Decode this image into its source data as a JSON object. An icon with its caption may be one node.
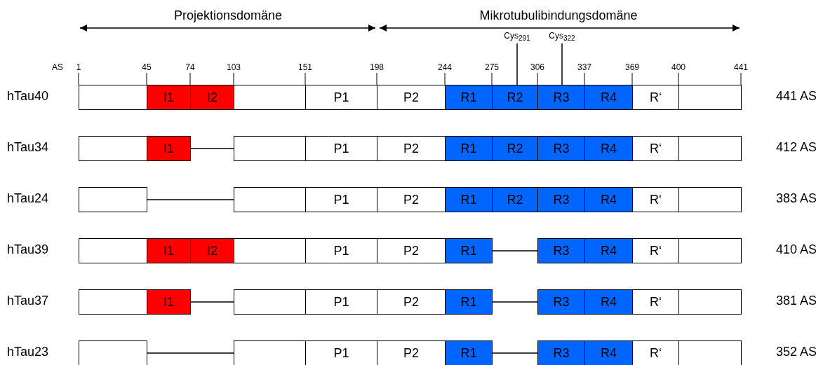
{
  "diagram": {
    "nodes": [
      {
        "text": [
          "Cys$_{291}$"
        ]
      },
      {
        "text": [
          "Cys$_{322}$"
        ]
      },
      {
        "text": [],
        "shape": "box"
      },
      {
        "text": [
          "I1"
        ]
      },
      {
        "text": [
          "I2"
        ]
      },
      {
        "text": [],
        "shape": "box"
      },
      {
        "text": [
          "P1"
        ]
      },
      {
        "text": [
          "P2"
        ]
      },
      {
        "text": [
          "R1"
        ]
      },
      {
        "text": [
          "R2"
        ]
      },
      {
        "text": [
          "R3"
        ]
      },
      {
        "text": [
          "R4"
        ]
      },
      {
        "text": [
          "R‘"
        ]
      },
      {
        "text": [],
        "shape": "box"
      },
      {
        "text": [],
        "shape": "box"
      },
      {
        "text": [
          "I1"
        ]
      },
      {
        "text": [],
        "shape": "box"
      },
      {
        "text": [
          "P1"
        ]
      },
      {
        "text": [
          "P2"
        ]
      },
      {
        "text": [
          "R1"
        ]
      },
      {
        "text": [
          "R2"
        ]
      },
      {
        "text": [
          "R3"
        ]
      },
      {
        "text": [
          "R4"
        ]
      },
      {
        "text": [
          "R‘"
        ]
      },
      {
        "text": [],
        "shape": "box"
      },
      {
        "text": [],
        "shape": "box"
      },
      {
        "text": [],
        "shape": "box"
      },
      {
        "text": [
          "P1"
        ]
      },
      {
        "text": [
          "P2"
        ]
      },
      {
        "text": [
          "R1"
        ]
      },
      {
        "text": [
          "R2"
        ]
      },
      {
        "text": [
          "R3"
        ]
      },
      {
        "text": [
          "R4"
        ]
      },
      {
        "text": [
          "R‘"
        ]
      },
      {
        "text": [],
        "shape": "box"
      },
      {
        "text": [],
        "shape": "box"
      },
      {
        "text": [
          "I1"
        ]
      },
      {
        "text": [
          "I2"
        ]
      },
      {
        "text": [],
        "shape": "box"
      },
      {
        "text": [
          "P1"
        ]
      },
      {
        "text": [
          "P2"
        ]
      },
      {
        "text": [
          "R1"
        ]
      },
      {
        "text": [
          "R3"
        ]
      },
      {
        "text": [
          "R4"
        ]
      },
      {
        "text": [
          "R‘"
        ]
      },
      {
        "text": [],
        "shape": "box"
      },
      {
        "text": [],
        "shape": "box"
      },
      {
        "text": [
          "I1"
        ]
      },
      {
        "text": [],
        "shape": "box"
      },
      {
        "text": [
          "P1"
        ]
      },
      {
        "text": [
          "P2"
        ]
      },
      {
        "text": [
          "R1"
        ]
      },
      {
        "text": [
          "R3"
        ]
      },
      {
        "text": [
          "R4"
        ]
      },
      {
        "text": [
          "R‘"
        ]
      },
      {
        "text": [],
        "shape": "box"
      },
      {
        "text": [],
        "shape": "box"
      },
      {
        "text": [],
        "shape": "box"
      },
      {
        "text": [
          "P1"
        ]
      },
      {
        "text": [
          "P2"
        ]
      },
      {
        "text": [
          "R1"
        ]
      },
      {
        "text": [
          "R3"
        ]
      },
      {
        "text": [
          "R4"
        ]
      },
      {
        "text": [
          "R‘"
        ]
      },
      {
        "text": [],
        "shape": "box"
      }
    ],
    "edges": [
      {
        "from": 0,
        "to": 9,
        "arrow": "none"
      },
      {
        "from": 1,
        "to": 10,
        "arrow": "none"
      },
      {
        "from": 15,
        "to": 16,
        "arrow": "none"
      },
      {
        "from": 25,
        "to": 26,
        "arrow": "none"
      },
      {
        "from": 41,
        "to": 42,
        "arrow": "none"
      },
      {
        "from": 47,
        "to": 48,
        "arrow": "none"
      },
      {
        "from": 51,
        "to": 52,
        "arrow": "none"
      },
      {
        "from": 56,
        "to": 57,
        "arrow": "none"
      },
      {
        "from": 60,
        "to": 61,
        "arrow": "none"
      }
    ],
    "labels": [
      "Projektionsdomäne",
      "Mikrotubulibindungsdomäne",
      "AS",
      "1",
      "45",
      "74",
      "103",
      "151",
      "198",
      "244",
      "275",
      "306",
      "337",
      "369",
      "400",
      "441",
      "hTau40",
      "441 AS",
      "hTau34",
      "412 AS",
      "hTau24",
      "383 AS",
      "hTau39",
      "410 AS",
      "hTau37",
      "381 AS",
      "hTau23",
      "352 AS"
    ]
  }
}
